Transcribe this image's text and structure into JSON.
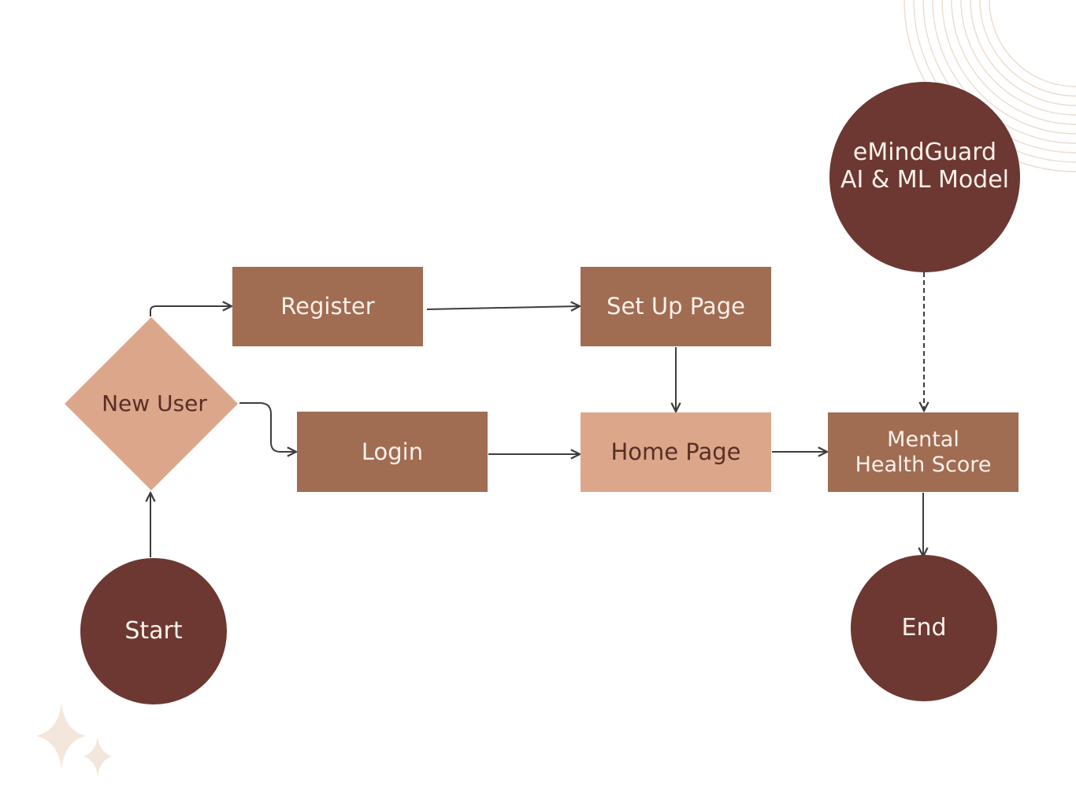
{
  "colors": {
    "box_dark": "#a06c52",
    "box_light": "#dca68a",
    "circle_dark": "#6c3831",
    "text_light": "#fbf1ea",
    "text_dark": "#5a2e26",
    "connector": "#3d3d3d",
    "decor": "#eadccf"
  },
  "nodes": {
    "start": "Start",
    "new_user": "New User",
    "register": "Register",
    "login": "Login",
    "setup_page": "Set Up Page",
    "home_page": "Home Page",
    "model": {
      "line1": "eMindGuard",
      "line2": "AI & ML Model"
    },
    "mental_health_score": {
      "line1": "Mental",
      "line2": "Health Score"
    },
    "end": "End"
  },
  "decorations": {
    "top_right": "concentric-arcs-icon",
    "bottom_left": "sparkle-icon"
  }
}
